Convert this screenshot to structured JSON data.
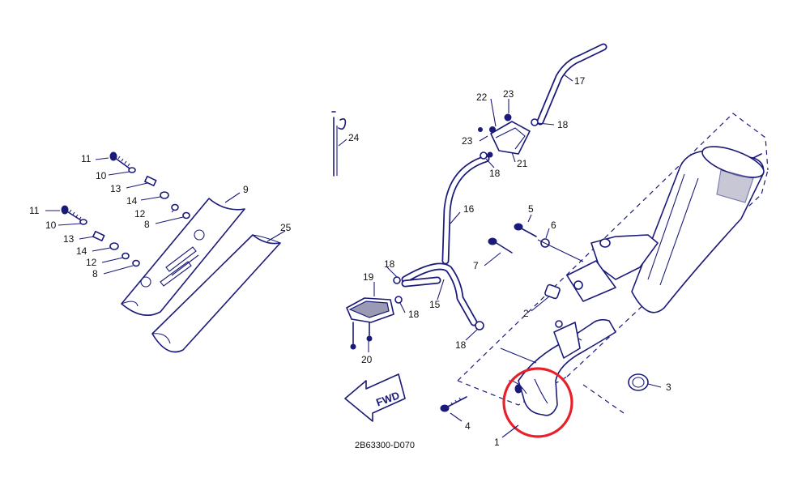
{
  "diagram": {
    "code": "2B63300-D070",
    "forward_label": "FWD",
    "highlight_color": "#e8202a",
    "line_color": "#1a1a78",
    "callouts": [
      {
        "id": "c1",
        "text": "1"
      },
      {
        "id": "c2",
        "text": "2"
      },
      {
        "id": "c3",
        "text": "3"
      },
      {
        "id": "c4",
        "text": "4"
      },
      {
        "id": "c5",
        "text": "5"
      },
      {
        "id": "c6",
        "text": "6"
      },
      {
        "id": "c7",
        "text": "7"
      },
      {
        "id": "c8a",
        "text": "8"
      },
      {
        "id": "c8b",
        "text": "8"
      },
      {
        "id": "c9",
        "text": "9"
      },
      {
        "id": "c10a",
        "text": "10"
      },
      {
        "id": "c10b",
        "text": "10"
      },
      {
        "id": "c11a",
        "text": "11"
      },
      {
        "id": "c11b",
        "text": "11"
      },
      {
        "id": "c12a",
        "text": "12"
      },
      {
        "id": "c12b",
        "text": "12"
      },
      {
        "id": "c13a",
        "text": "13"
      },
      {
        "id": "c13b",
        "text": "13"
      },
      {
        "id": "c14a",
        "text": "14"
      },
      {
        "id": "c14b",
        "text": "14"
      },
      {
        "id": "c15",
        "text": "15"
      },
      {
        "id": "c16",
        "text": "16"
      },
      {
        "id": "c17",
        "text": "17"
      },
      {
        "id": "c18a",
        "text": "18"
      },
      {
        "id": "c18b",
        "text": "18"
      },
      {
        "id": "c18c",
        "text": "18"
      },
      {
        "id": "c18d",
        "text": "18"
      },
      {
        "id": "c18e",
        "text": "18"
      },
      {
        "id": "c19",
        "text": "19"
      },
      {
        "id": "c20",
        "text": "20"
      },
      {
        "id": "c21",
        "text": "21"
      },
      {
        "id": "c22",
        "text": "22"
      },
      {
        "id": "c23a",
        "text": "23"
      },
      {
        "id": "c23b",
        "text": "23"
      },
      {
        "id": "c24",
        "text": "24"
      },
      {
        "id": "c25",
        "text": "25"
      }
    ]
  }
}
